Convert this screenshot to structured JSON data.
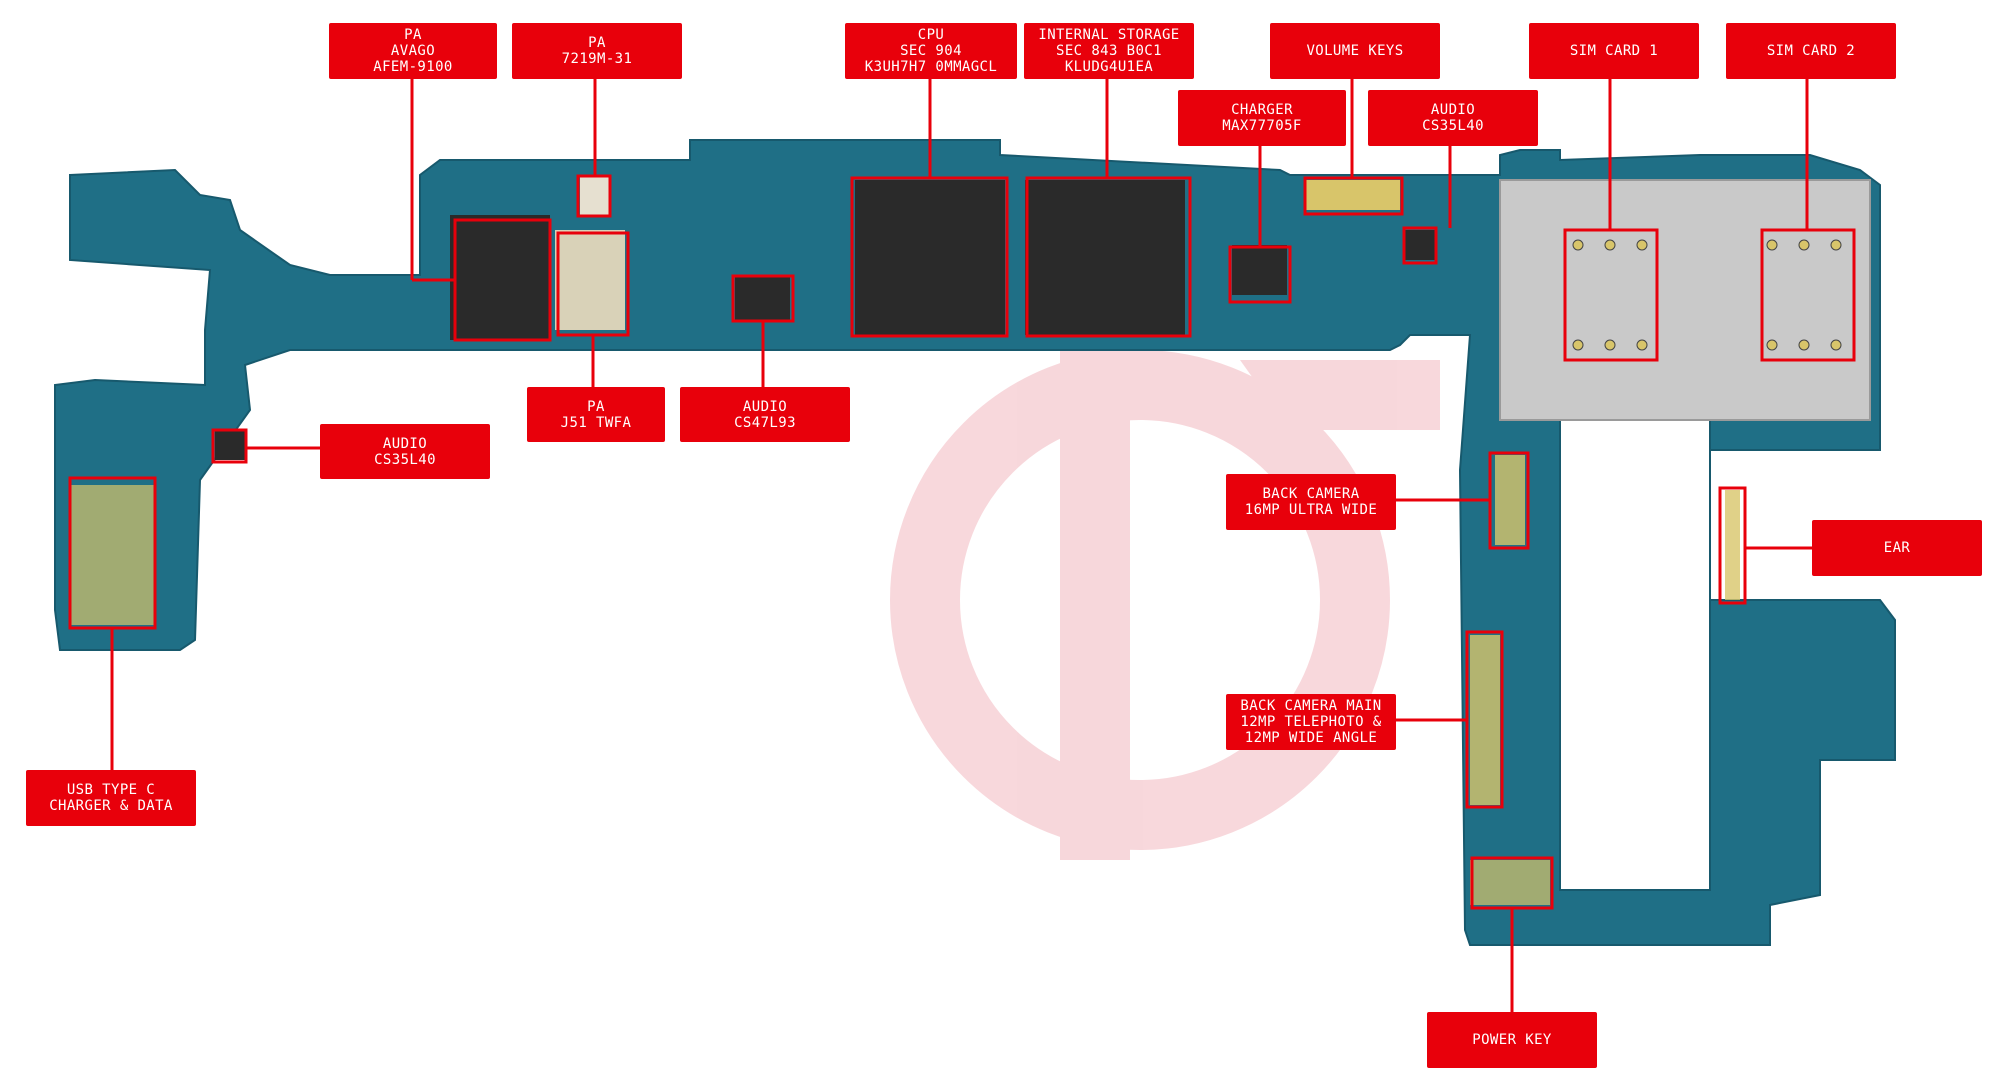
{
  "diagram": {
    "colors": {
      "callout_bg": "#e8000b",
      "callout_text": "#ffffff",
      "leader": "#e8000b",
      "pcb": "#1f6f86",
      "pcb_dark": "#17596d",
      "chip": "#2a2a2a",
      "gold": "#d8c56a",
      "shield": "#c9c9c9",
      "watermark": "#f2b8bf"
    },
    "callouts": {
      "pa_avago": [
        "PA",
        "AVAGO",
        "AFEM-9100"
      ],
      "pa_7219": [
        "PA",
        "7219M-31"
      ],
      "cpu": [
        "CPU",
        "SEC 904",
        "K3UH7H7 0MMAGCL"
      ],
      "storage": [
        "INTERNAL STORAGE",
        "SEC 843 B0C1",
        "KLUDG4U1EA"
      ],
      "volume_keys": [
        "VOLUME KEYS"
      ],
      "sim1": [
        "SIM CARD 1"
      ],
      "sim2": [
        "SIM CARD 2"
      ],
      "charger": [
        "CHARGER",
        "MAX77705F"
      ],
      "audio_cs35_top": [
        "AUDIO",
        "CS35L40"
      ],
      "audio_cs35_left": [
        "AUDIO",
        "CS35L40"
      ],
      "pa_j51": [
        "PA",
        "J51 TWFA"
      ],
      "audio_cs47": [
        "AUDIO",
        "CS47L93"
      ],
      "back_cam_uw": [
        "BACK CAMERA",
        "16MP ULTRA WIDE"
      ],
      "back_cam_main": [
        "BACK CAMERA MAIN",
        "12MP TELEPHOTO &",
        "12MP WIDE ANGLE"
      ],
      "ear": [
        "EAR"
      ],
      "usb": [
        "USB TYPE C",
        "CHARGER & DATA"
      ],
      "power_key": [
        "POWER KEY"
      ]
    }
  }
}
